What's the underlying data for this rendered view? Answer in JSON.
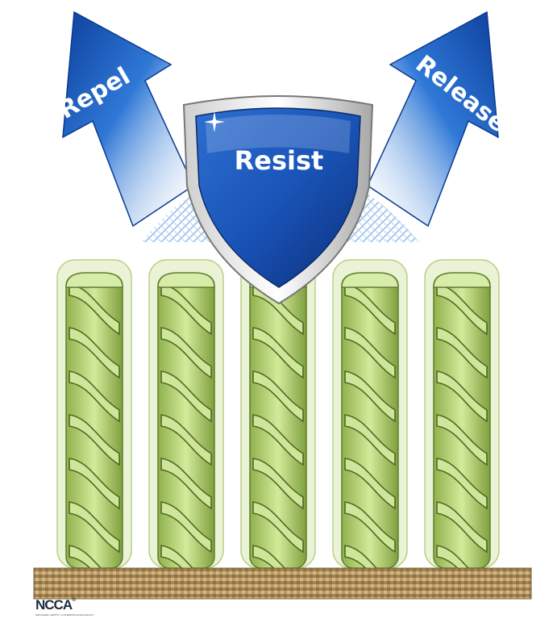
{
  "labels": {
    "repel": "Repel",
    "resist": "Resist",
    "release": "Release"
  },
  "logo": {
    "text": "NCCA",
    "reg": "®",
    "tagline": "NATIONAL CARPET CLEANERS ASSOCIATION"
  },
  "colors": {
    "arrow_blue": "#1f5fc0",
    "arrow_light": "#9fd6f3",
    "shield_blue": "#1a54b8",
    "fiber_green": "#b9d877",
    "fiber_dark": "#5f7d2c",
    "backing_tan": "#b99a66"
  },
  "fiber_count": 5
}
